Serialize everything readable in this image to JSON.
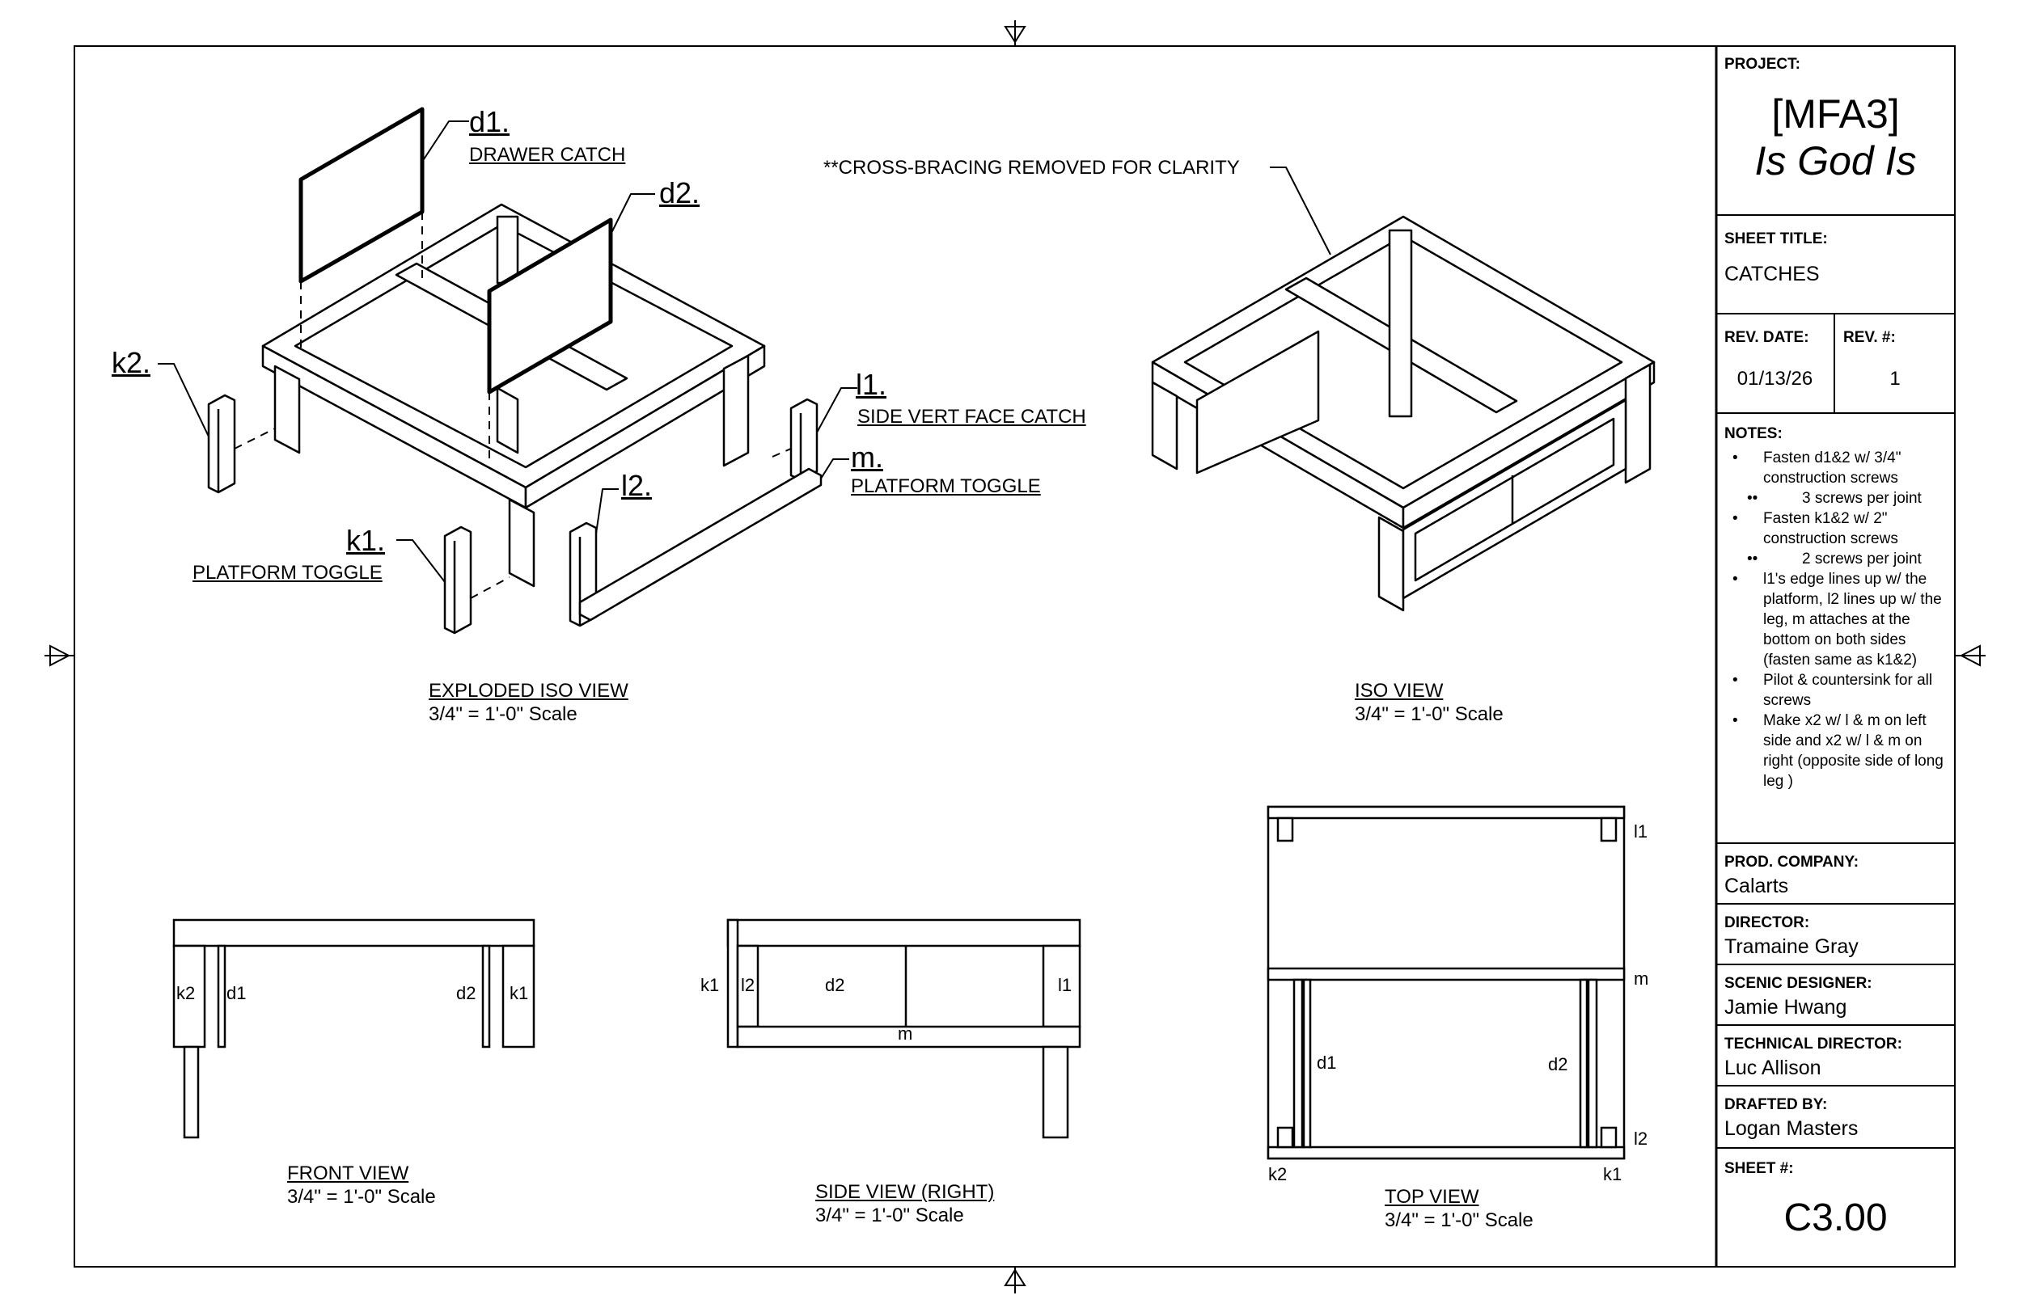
{
  "title_block": {
    "project_label": "PROJECT:",
    "project_code": "[MFA3]",
    "project_title": "Is God Is",
    "sheet_title_label": "SHEET TITLE:",
    "sheet_title": "CATCHES",
    "rev_date_label": "REV. DATE:",
    "rev_date": "01/13/26",
    "rev_num_label": "REV. #:",
    "rev_num": "1",
    "notes_label": "NOTES:",
    "notes": [
      {
        "text": "Fasten d1&2 w/ 3/4\" construction screws",
        "level": 1
      },
      {
        "text": "3 screws per joint",
        "level": 2
      },
      {
        "text": "Fasten k1&2 w/ 2\" construction screws",
        "level": 1
      },
      {
        "text": "2 screws per joint",
        "level": 2
      },
      {
        "text": "l1's edge lines up w/ the platform, l2 lines up w/ the leg, m attaches at the bottom on both sides (fasten same as k1&2)",
        "level": 1
      },
      {
        "text": "Pilot & countersink for all screws",
        "level": 1
      },
      {
        "text": "Make x2 w/ l & m on left side and x2 w/ l & m on right (opposite side of long leg )",
        "level": 1
      }
    ],
    "prod_company_label": "PROD. COMPANY:",
    "prod_company": "Calarts",
    "director_label": "DIRECTOR:",
    "director": "Tramaine Gray",
    "scenic_designer_label": "SCENIC DESIGNER:",
    "scenic_designer": "Jamie Hwang",
    "technical_director_label": "TECHNICAL DIRECTOR:",
    "technical_director": "Luc Allison",
    "drafted_by_label": "DRAFTED BY:",
    "drafted_by": "Logan Masters",
    "sheet_num_label": "SHEET #:",
    "sheet_num": "C3.00"
  },
  "drawing": {
    "callouts": {
      "d1": "d1.",
      "d1_desc": "DRAWER CATCH",
      "d2": "d2.",
      "k2": "k2.",
      "l1": "l1.",
      "l1_desc": "SIDE VERT FACE CATCH",
      "m": "m.",
      "m_desc": "PLATFORM TOGGLE",
      "l2": "l2.",
      "k1": "k1.",
      "k1_desc": "PLATFORM TOGGLE"
    },
    "cross_bracing_note": "**CROSS-BRACING REMOVED FOR CLARITY",
    "views": {
      "exploded_iso": "EXPLODED ISO VIEW",
      "iso": "ISO VIEW",
      "front": "FRONT VIEW",
      "side": "SIDE VIEW (RIGHT)",
      "top": "TOP VIEW",
      "scale": "3/4\" = 1'-0\" Scale"
    },
    "front_labels": {
      "k2": "k2",
      "d1": "d1",
      "d2": "d2",
      "k1": "k1"
    },
    "side_labels": {
      "k1": "k1",
      "l2": "l2",
      "d2": "d2",
      "l1": "l1",
      "m": "m"
    },
    "top_labels": {
      "l1": "l1",
      "m": "m",
      "d1": "d1",
      "d2": "d2",
      "l2": "l2",
      "k2": "k2",
      "k1": "k1"
    }
  }
}
